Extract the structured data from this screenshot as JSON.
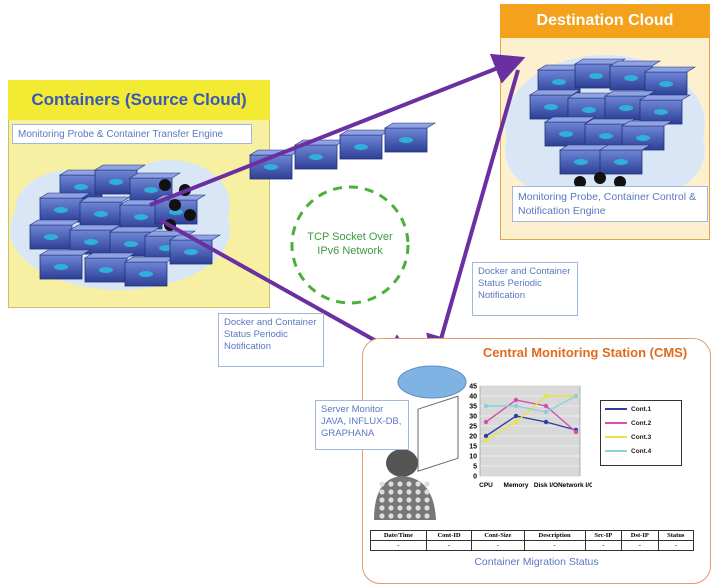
{
  "source": {
    "title": "Containers (Source Cloud)",
    "engine_label": "Monitoring Probe & Container Transfer Engine"
  },
  "destination": {
    "title": "Destination Cloud",
    "engine_label": "Monitoring Probe, Container Control & Notification Engine"
  },
  "network": {
    "label": "TCP Socket Over IPv6 Network"
  },
  "notifications": {
    "left": "Docker and Container Status Periodic Notification",
    "right": "Docker and Container Status Periodic Notification"
  },
  "cms": {
    "title": "Central Monitoring Station (CMS)",
    "server_monitor": "Server Monitor JAVA, INFLUX-DB, GRAPHANA",
    "status_caption": "Container Migration Status",
    "table_headers": [
      "Date/Time",
      "Cont-ID",
      "Cont-Size",
      "Description",
      "Src-IP",
      "Dst-IP",
      "Status"
    ],
    "table_row": [
      "-",
      "-",
      "-",
      "-",
      "-",
      "-",
      "-"
    ]
  },
  "colors": {
    "arrow": "#6a2fa0",
    "network_circle": "#4caf3a",
    "source_header": "#f2ea33",
    "dest_header": "#f4a21c",
    "cms_title": "#e06a1e"
  },
  "chart_data": {
    "type": "line",
    "categories": [
      "CPU",
      "Memory",
      "Disk I/O",
      "Network I/O"
    ],
    "ylim": [
      0,
      45
    ],
    "yticks": [
      0,
      5,
      10,
      15,
      20,
      25,
      30,
      35,
      40,
      45
    ],
    "series": [
      {
        "name": "Cont.1",
        "color": "#2a3fa0",
        "values": [
          20,
          30,
          27,
          23
        ]
      },
      {
        "name": "Cont.2",
        "color": "#d24fb4",
        "values": [
          27,
          38,
          35,
          22
        ]
      },
      {
        "name": "Cont.3",
        "color": "#eee040",
        "values": [
          18,
          27,
          40,
          40
        ]
      },
      {
        "name": "Cont.4",
        "color": "#8ad0e0",
        "values": [
          35,
          35,
          32,
          40
        ]
      }
    ],
    "grid": true,
    "legend": "right"
  }
}
